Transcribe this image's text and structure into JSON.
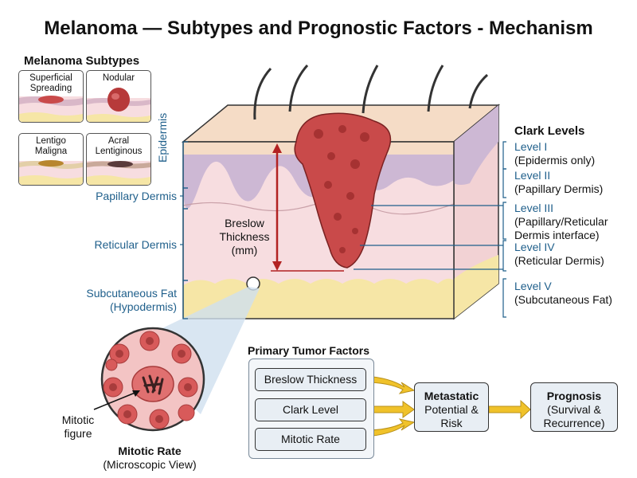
{
  "title": "Melanoma — Subtypes and Prognostic Factors - Mechanism",
  "subtypes": {
    "heading": "Melanoma Subtypes",
    "items": [
      {
        "label": "Superficial Spreading"
      },
      {
        "label": "Nodular"
      },
      {
        "label": "Lentigo Maligna"
      },
      {
        "label": "Acral Lentiginous"
      }
    ]
  },
  "layers": {
    "epidermis": "Epidermis",
    "papillary": "Papillary Dermis",
    "reticular": "Reticular Dermis",
    "subcut_1": "Subcutaneous Fat",
    "subcut_2": "(Hypodermis)"
  },
  "breslow": {
    "line1": "Breslow",
    "line2": "Thickness",
    "line3": "(mm)"
  },
  "clark": {
    "heading": "Clark Levels",
    "levels": [
      {
        "level": "Level I",
        "desc": [
          "(Epidermis only)"
        ]
      },
      {
        "level": "Level II",
        "desc": [
          "(Papillary Dermis)"
        ]
      },
      {
        "level": "Level III",
        "desc": [
          "(Papillary/Reticular",
          "Dermis interface)"
        ]
      },
      {
        "level": "Level IV",
        "desc": [
          "(Reticular Dermis)"
        ]
      },
      {
        "level": "Level V",
        "desc": [
          "(Subcutaneous Fat)"
        ]
      }
    ]
  },
  "mitotic": {
    "figure_1": "Mitotic",
    "figure_2": "figure",
    "rate": "Mitotic Rate",
    "view": "(Microscopic View)"
  },
  "factors": {
    "heading": "Primary Tumor Factors",
    "items": [
      "Breslow Thickness",
      "Clark Level",
      "Mitotic Rate"
    ]
  },
  "metastatic": {
    "line1": "Metastatic",
    "line2": "Potential &",
    "line3": "Risk"
  },
  "prognosis": {
    "line1": "Prognosis",
    "line2": "(Survival &",
    "line3": "Recurrence)"
  },
  "colors": {
    "skin_top": "#f5dcc6",
    "epidermis": "#cdb8d4",
    "dermis": "#f7dde0",
    "fat": "#f6e6a6",
    "tumor": "#c94a4a",
    "label_blue": "#1f5f8b",
    "arrow_yellow": "#f0c22a",
    "box_fill": "#e8eef4"
  }
}
